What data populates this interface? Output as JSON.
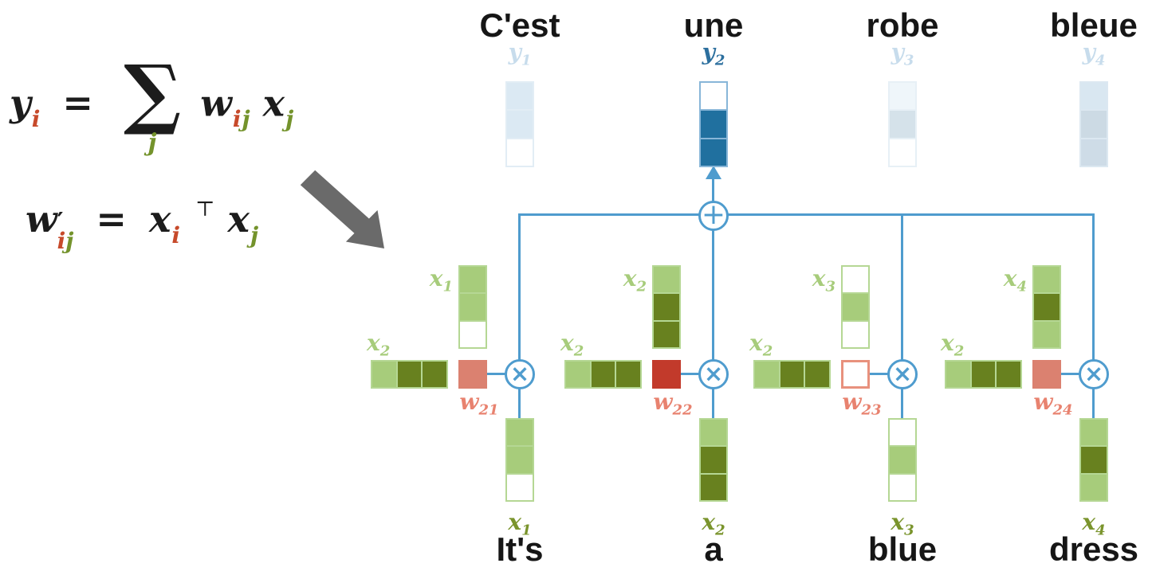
{
  "palette": {
    "blue": "#4f9cce",
    "blue_dark_cell": "#20709f",
    "y2_label": "#2c6f9e",
    "y_faded_label": "#c7dcec",
    "green_light": "#a7cc7b",
    "green_dark": "#68811f",
    "green_vec_border": "#b5d794",
    "green_label_dark": "#7a942c",
    "salmon_fill": "#db8170",
    "salmon_border": "#e8917d",
    "salmon_text": "#e8826f",
    "red_strong": "#c23a2b",
    "red_index": "#c74a2b",
    "green_index": "#74932c",
    "gray_arrow": "#6a6a6a",
    "word_color": "#161616"
  },
  "equations": {
    "eq1": {
      "y": "y",
      "i": "i",
      "eq": "=",
      "sigma": "∑",
      "sigma_sub": "j",
      "w": "w",
      "wi": "i",
      "wj": "j",
      "x": "x",
      "xj": "j"
    },
    "eq2": {
      "w": "w",
      "prime": "′",
      "i": "i",
      "j": "j",
      "eq": "=",
      "x1": "x",
      "x1i": "i",
      "t": "⊤",
      "x2": "x",
      "x2j": "j"
    }
  },
  "operators": {
    "sum": "+",
    "mul": "×"
  },
  "columns": [
    {
      "target_word": "C'est",
      "y_var": "y",
      "y_sub": "1",
      "y_faded": true,
      "y_cells": [
        "#dbe9f3",
        "#dbe9f3",
        "#ffffff"
      ],
      "y_border": "#e2edf5",
      "key_var": "x",
      "key_sub": "1",
      "key_cells": [
        "#a7cc7b",
        "#a7cc7b",
        "#ffffff"
      ],
      "query_var": "x",
      "query_sub": "2",
      "query_cells": [
        "#a7cc7b",
        "#68811f",
        "#68811f"
      ],
      "w_var": "w",
      "w_sub": "21",
      "w_fill": "#db8170",
      "w_border": "#db8170",
      "value_var": "x",
      "value_sub": "1",
      "value_cells": [
        "#a7cc7b",
        "#a7cc7b",
        "#ffffff"
      ],
      "source_word": "It's"
    },
    {
      "target_word": "une",
      "y_var": "y",
      "y_sub": "2",
      "y_faded": false,
      "y_cells": [
        "#ffffff",
        "#20709f",
        "#20709f"
      ],
      "y_border": "#88b6d8",
      "key_var": "x",
      "key_sub": "2",
      "key_cells": [
        "#a7cc7b",
        "#68811f",
        "#68811f"
      ],
      "query_var": "x",
      "query_sub": "2",
      "query_cells": [
        "#a7cc7b",
        "#68811f",
        "#68811f"
      ],
      "w_var": "w",
      "w_sub": "22",
      "w_fill": "#c23a2b",
      "w_border": "#c23a2b",
      "value_var": "x",
      "value_sub": "2",
      "value_cells": [
        "#a7cc7b",
        "#68811f",
        "#68811f"
      ],
      "source_word": "a"
    },
    {
      "target_word": "robe",
      "y_var": "y",
      "y_sub": "3",
      "y_faded": true,
      "y_cells": [
        "#eff6fa",
        "#d5e2ea",
        "#ffffff"
      ],
      "y_border": "#e7f0f6",
      "key_var": "x",
      "key_sub": "3",
      "key_cells": [
        "#ffffff",
        "#a7cc7b",
        "#ffffff"
      ],
      "query_var": "x",
      "query_sub": "2",
      "query_cells": [
        "#a7cc7b",
        "#68811f",
        "#68811f"
      ],
      "w_var": "w",
      "w_sub": "23",
      "w_fill": "#ffffff",
      "w_border": "#e8917d",
      "value_var": "x",
      "value_sub": "3",
      "value_cells": [
        "#ffffff",
        "#a7cc7b",
        "#ffffff"
      ],
      "source_word": "blue"
    },
    {
      "target_word": "bleue",
      "y_var": "y",
      "y_sub": "4",
      "y_faded": true,
      "y_cells": [
        "#d9e7f1",
        "#ccdae4",
        "#cedce7"
      ],
      "y_border": "#dce8f1",
      "key_var": "x",
      "key_sub": "4",
      "key_cells": [
        "#a7cc7b",
        "#68811f",
        "#a7cc7b"
      ],
      "query_var": "x",
      "query_sub": "2",
      "query_cells": [
        "#a7cc7b",
        "#68811f",
        "#68811f"
      ],
      "w_var": "w",
      "w_sub": "24",
      "w_fill": "#db8170",
      "w_border": "#db8170",
      "value_var": "x",
      "value_sub": "4",
      "value_cells": [
        "#a7cc7b",
        "#68811f",
        "#a7cc7b"
      ],
      "source_word": "dress"
    }
  ]
}
